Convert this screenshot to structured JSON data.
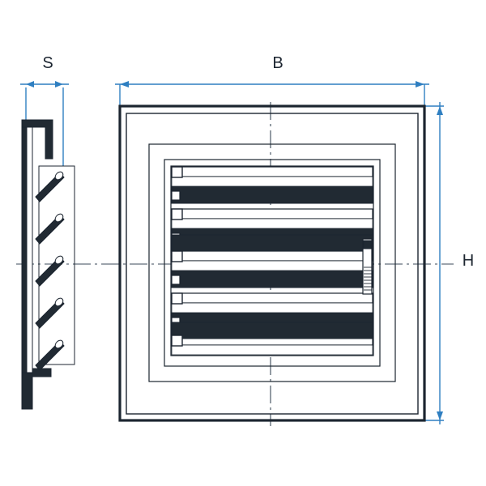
{
  "drawing": {
    "title": "louver-technical-drawing",
    "colors": {
      "outline": "#1c2530",
      "fill_dark": "#212a33",
      "dimension": "#2f7fc1",
      "centerline": "#3b4a58",
      "background": "#ffffff"
    },
    "labels": {
      "side_width": "S",
      "overall_width": "B",
      "overall_height": "H"
    },
    "views": [
      {
        "name": "side-view",
        "label": "S",
        "blade_count": 5
      },
      {
        "name": "front-view",
        "label_width": "B",
        "label_height": "H",
        "blade_count": 5,
        "frame_rings": 3
      }
    ],
    "dimension_lines": [
      {
        "name": "side-width-dimension",
        "label": "S",
        "orientation": "horizontal"
      },
      {
        "name": "overall-width-dimension",
        "label": "B",
        "orientation": "horizontal"
      },
      {
        "name": "overall-height-dimension",
        "label": "H",
        "orientation": "vertical"
      }
    ]
  }
}
